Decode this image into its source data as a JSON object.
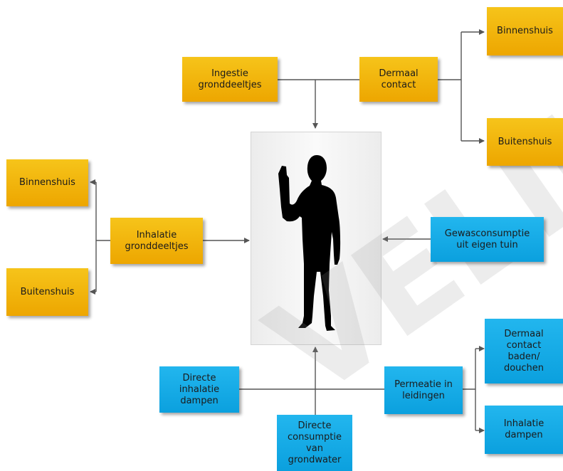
{
  "boxes": {
    "ingestie": "Ingestie\ngronddeeltjes",
    "dermaal_contact": "Dermaal\ncontact",
    "binnenshuis_right": "Binnenshuis",
    "buitenshuis_right": "Buitenshuis",
    "binnenshuis_left": "Binnenshuis",
    "buitenshuis_left": "Buitenshuis",
    "inhalatie_gronddeeltjes": "Inhalatie\ngronddeeltjes",
    "gewasconsumptie": "Gewasconsumptie\nuit eigen tuin",
    "directe_inhalatie": "Directe\ninhalatie\ndampen",
    "directe_consumptie": "Directe\nconsumptie\nvan\ngrondwater",
    "permeatie": "Permeatie in\nleidingen",
    "dermaal_contact_baden": "Dermaal\ncontact\nbaden/\ndouchen",
    "inhalatie_dampen": "Inhalatie\ndampen"
  },
  "watermark": "VELIJK",
  "colors": {
    "orange": "#f2b509",
    "blue": "#16abe8",
    "line": "#555555",
    "figure": "#000000"
  }
}
